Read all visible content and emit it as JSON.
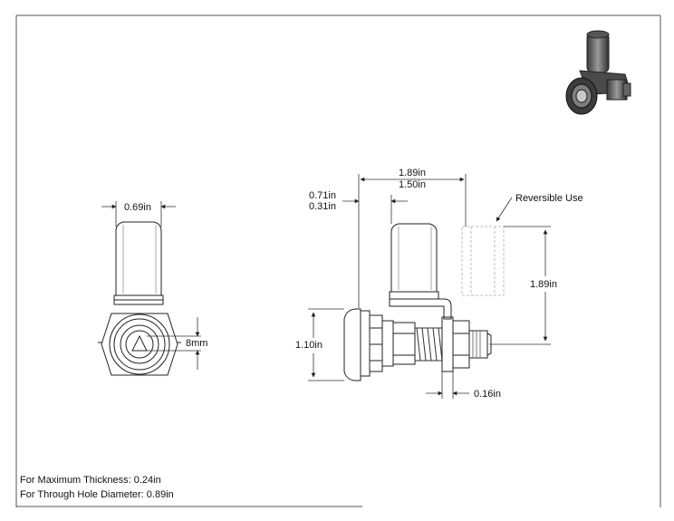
{
  "front_view": {
    "width_dim": "0.69in",
    "key_dim": "8mm"
  },
  "side_view": {
    "overall_length_dim": "1.89in",
    "length_dim_2": "1.50in",
    "offset_dim_1": "0.71in",
    "offset_dim_2": "0.31in",
    "height_dim": "1.10in",
    "thread_dim": "0.16in",
    "cam_height_dim": "1.89in",
    "reversible_label": "Reversible Use"
  },
  "notes": {
    "max_thickness": "For Maximum Thickness: 0.24in",
    "through_hole": "For Through Hole Diameter: 0.89in"
  },
  "colors": {
    "line": "#222222",
    "frame": "#555555",
    "dim_line": "#333333",
    "ghost": "#bdbdbd"
  }
}
